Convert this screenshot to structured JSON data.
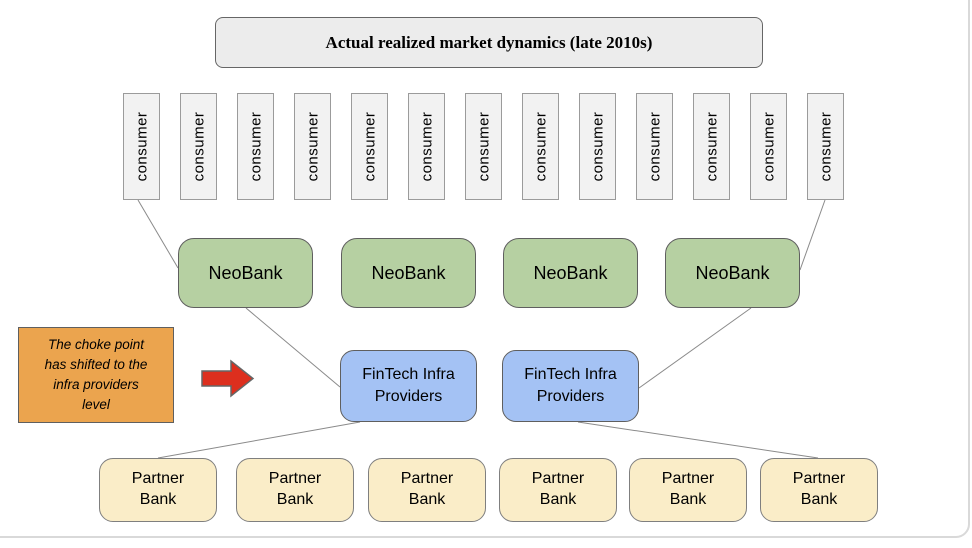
{
  "title": "Actual realized market dynamics (late 2010s)",
  "annotation": "The choke point\nhas shifted to the\ninfra providers\nlevel",
  "consumers": [
    "consumer",
    "consumer",
    "consumer",
    "consumer",
    "consumer",
    "consumer",
    "consumer",
    "consumer",
    "consumer",
    "consumer",
    "consumer",
    "consumer",
    "consumer"
  ],
  "neobanks": [
    "NeoBank",
    "NeoBank",
    "NeoBank",
    "NeoBank"
  ],
  "infra_providers": [
    "FinTech Infra\nProviders",
    "FinTech Infra\nProviders"
  ],
  "partner_banks": [
    "Partner\nBank",
    "Partner\nBank",
    "Partner\nBank",
    "Partner\nBank",
    "Partner\nBank",
    "Partner\nBank"
  ],
  "colors": {
    "canvas_border": "#d9d9d9",
    "title_fill": "#ececec",
    "title_border": "#666666",
    "consumer_fill": "#f2f2f2",
    "consumer_border": "#9b9b9b",
    "neobank_fill": "#b6d0a2",
    "neobank_border": "#5f5f5f",
    "infra_fill": "#a4c2f4",
    "infra_border": "#5f5f5f",
    "partner_fill": "#faedc8",
    "partner_border": "#7f7f7f",
    "annotation_fill": "#eba44e",
    "annotation_border": "#5f5f5f",
    "arrow_fill": "#dd2f1e",
    "arrow_stroke": "#666666",
    "connector": "#8a8a8a",
    "text": "#000000"
  }
}
